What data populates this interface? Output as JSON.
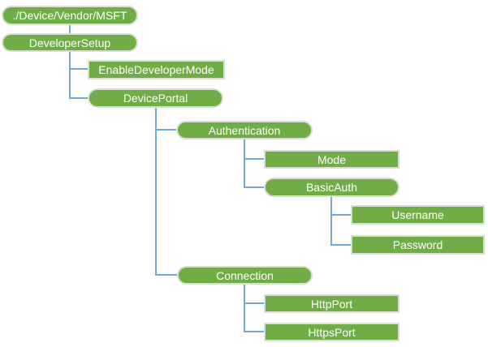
{
  "diagram": {
    "type": "tree",
    "nodes": [
      {
        "label": "./Device/Vendor/MSFT",
        "shape": "pill",
        "parent": null
      },
      {
        "label": "DeveloperSetup",
        "shape": "pill",
        "parent": "./Device/Vendor/MSFT"
      },
      {
        "label": "EnableDeveloperMode",
        "shape": "rect",
        "parent": "DeveloperSetup"
      },
      {
        "label": "DevicePortal",
        "shape": "pill",
        "parent": "DeveloperSetup"
      },
      {
        "label": "Authentication",
        "shape": "pill",
        "parent": "DevicePortal"
      },
      {
        "label": "Mode",
        "shape": "rect",
        "parent": "Authentication"
      },
      {
        "label": "BasicAuth",
        "shape": "pill",
        "parent": "Authentication"
      },
      {
        "label": "Username",
        "shape": "rect",
        "parent": "BasicAuth"
      },
      {
        "label": "Password",
        "shape": "rect",
        "parent": "BasicAuth"
      },
      {
        "label": "Connection",
        "shape": "pill",
        "parent": "DevicePortal"
      },
      {
        "label": "HttpPort",
        "shape": "rect",
        "parent": "Connection"
      },
      {
        "label": "HttpsPort",
        "shape": "rect",
        "parent": "Connection"
      }
    ],
    "colors": {
      "node-fill": "#70AD47",
      "node-border": "#D9E0D2",
      "node-text": "#FFFFFF",
      "connector": "#74A7DB",
      "background": "#FFFFFF"
    }
  }
}
